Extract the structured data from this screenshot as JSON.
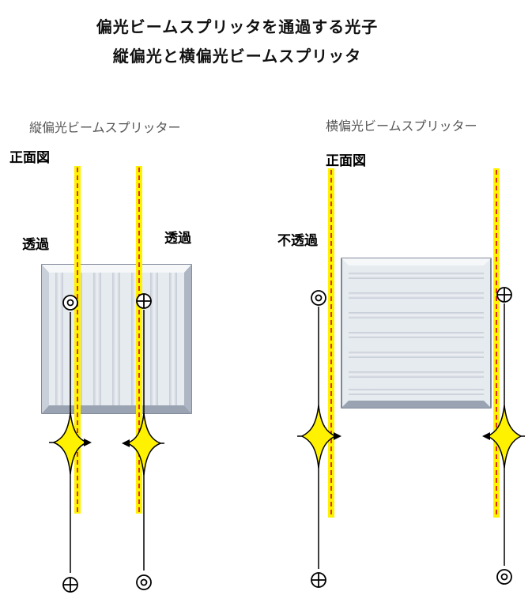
{
  "title": {
    "line1": "偏光ビームスプリッタを通過する光子",
    "line2": "縦偏光と横偏光ビームスプリッタ"
  },
  "left_panel": {
    "heading": "縦偏光ビームスプリッター",
    "view_label": "正面図",
    "beam_left_label": "透過",
    "beam_right_label": "透過"
  },
  "right_panel": {
    "heading": "横偏光ビームスプリッター",
    "view_label": "正面図",
    "beam_left_label": "不透過"
  },
  "colors": {
    "beam_glow": "#fff200",
    "beam_center": "#e0302a",
    "splitter_fill": "#e8eef2",
    "splitter_edge": "#a9b3c4",
    "splitter_border": "#5a6478",
    "photon_diamond": "#fff200"
  }
}
